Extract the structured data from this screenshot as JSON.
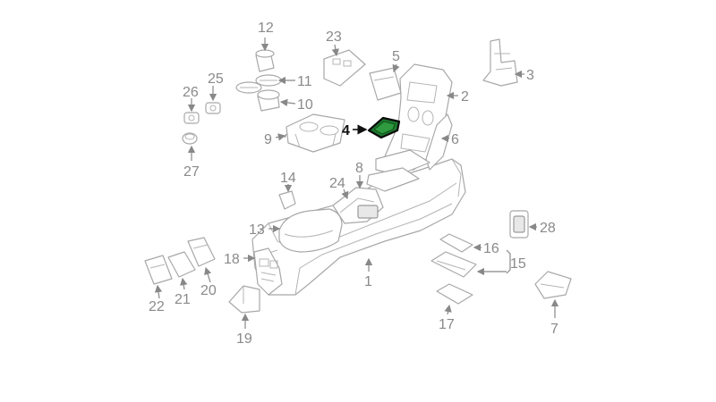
{
  "callouts": {
    "c1": "1",
    "c2": "2",
    "c3": "3",
    "c4": "4",
    "c5": "5",
    "c6": "6",
    "c7": "7",
    "c8": "8",
    "c9": "9",
    "c10": "10",
    "c11": "11",
    "c12": "12",
    "c13": "13",
    "c14": "14",
    "c15": "15",
    "c16": "16",
    "c17": "17",
    "c18": "18",
    "c19": "19",
    "c20": "20",
    "c21": "21",
    "c22": "22",
    "c23": "23",
    "c24": "24",
    "c25": "25",
    "c26": "26",
    "c27": "27",
    "c28": "28"
  },
  "highlighted_part": "4",
  "colors": {
    "highlight": "#1d7a2e",
    "line": "#a8a8a8",
    "label": "#8a8a8a"
  }
}
